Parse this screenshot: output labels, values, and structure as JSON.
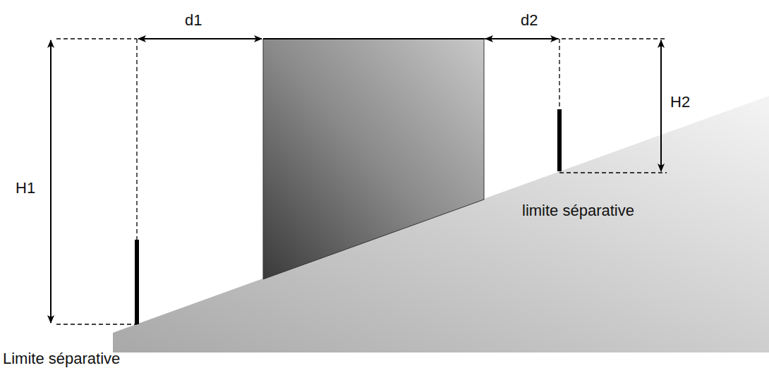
{
  "diagram": {
    "labels": [
      "d1",
      "d2",
      "H1",
      "H2",
      "limite séparative",
      "Limite séparative"
    ]
  }
}
